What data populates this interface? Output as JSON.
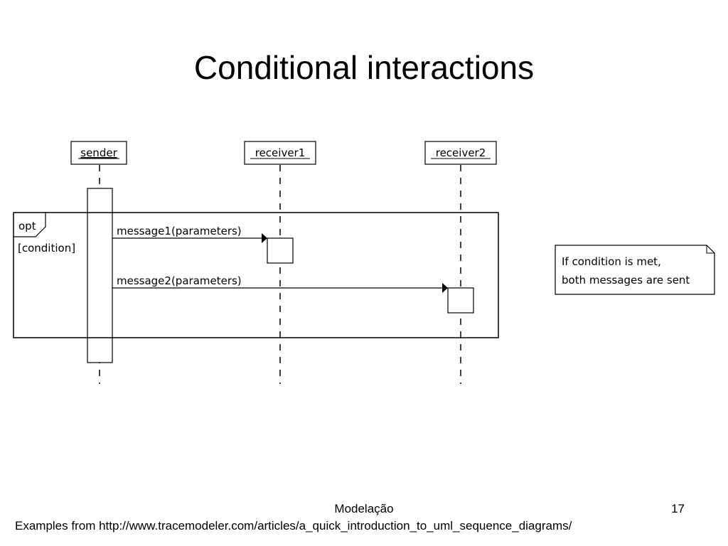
{
  "slide": {
    "title": "Conditional interactions",
    "footer_center": "Modelação",
    "page_number": "17",
    "source_note": "Examples from http://www.tracemodeler.com/articles/a_quick_introduction_to_uml_sequence_diagrams/"
  },
  "diagram": {
    "lifelines": [
      {
        "name": "sender"
      },
      {
        "name": "receiver1"
      },
      {
        "name": "receiver2"
      }
    ],
    "fragment": {
      "operator": "opt",
      "guard": "[condition]"
    },
    "messages": [
      {
        "label": "message1(parameters)",
        "from": "sender",
        "to": "receiver1"
      },
      {
        "label": "message2(parameters)",
        "from": "sender",
        "to": "receiver2"
      }
    ],
    "note": {
      "line1": "If condition is met,",
      "line2": "both messages are sent"
    }
  }
}
